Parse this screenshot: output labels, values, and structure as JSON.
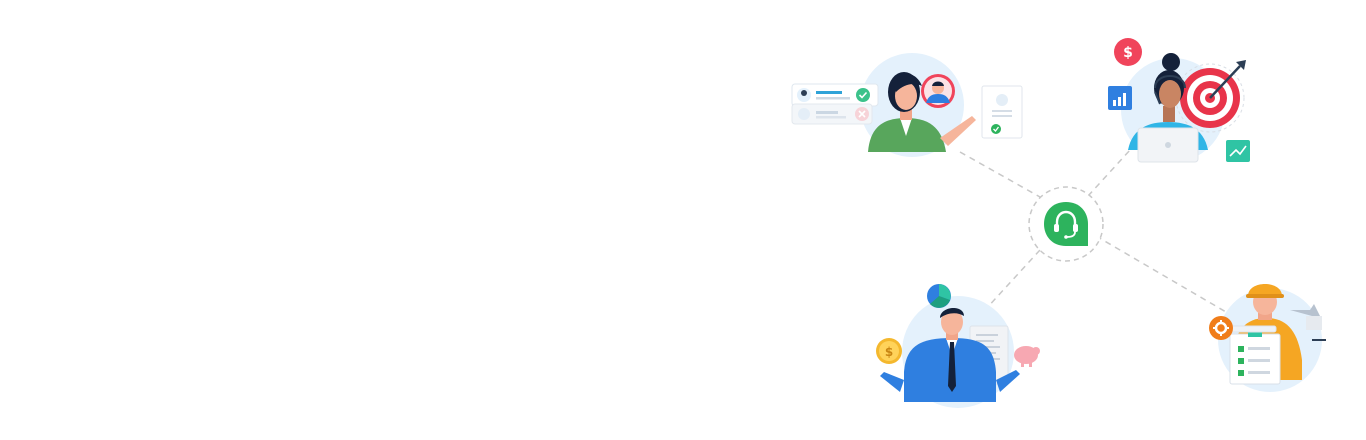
{
  "hero": {
    "center_hub": {
      "icon": "headset-icon",
      "color": "#2db35d"
    },
    "nodes": [
      {
        "id": "recruiter",
        "icons": [
          "candidate-card-icon",
          "check-icon",
          "close-icon",
          "avatar-icon",
          "document-approved-icon"
        ]
      },
      {
        "id": "marketer",
        "icons": [
          "dollar-badge-icon",
          "bar-chart-icon",
          "target-icon",
          "trend-chart-icon",
          "laptop-icon"
        ]
      },
      {
        "id": "finance",
        "icons": [
          "pie-chart-icon",
          "coin-icon",
          "receipt-icon",
          "piggy-bank-icon"
        ]
      },
      {
        "id": "field-worker",
        "icons": [
          "gear-icon",
          "checklist-icon",
          "wrench-icon",
          "hard-hat-icon"
        ]
      }
    ],
    "colors": {
      "brand_green": "#2db35d",
      "accent_red": "#f0445b",
      "accent_blue": "#2f7fe0",
      "accent_teal": "#2fc4a4",
      "circle_bg": "#e4f1fc",
      "connector": "#c8c8c8"
    }
  }
}
